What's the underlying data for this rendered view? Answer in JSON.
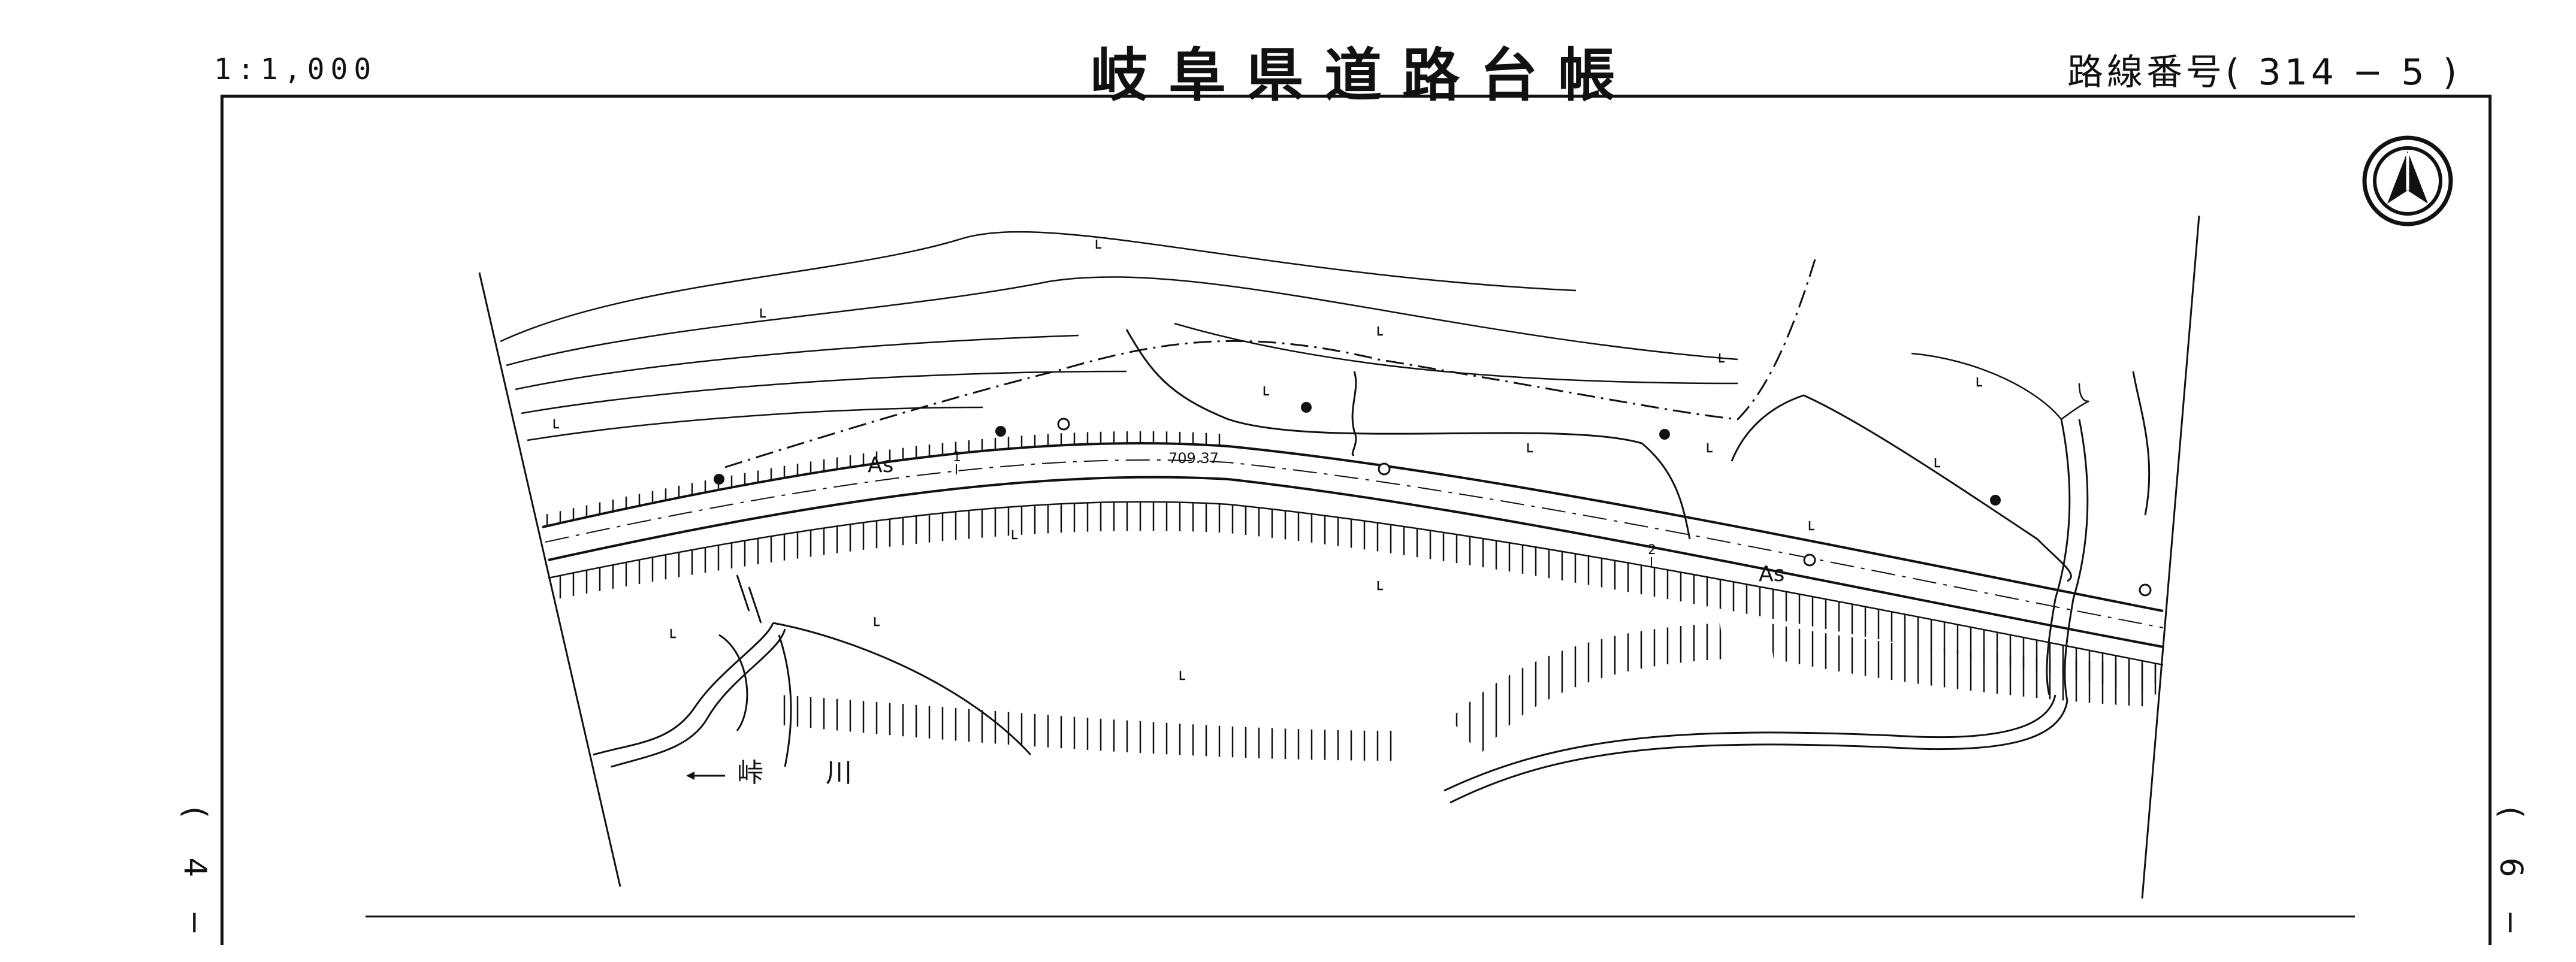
{
  "header": {
    "scale": "1:1,000",
    "title": "岐阜県道路台帳",
    "route_label": "路線番号(",
    "route_number": "314 − 5",
    "route_close": ")"
  },
  "side_markers": {
    "left": [
      "(",
      "4",
      "−"
    ],
    "right": [
      "(",
      "6",
      "−"
    ]
  },
  "map": {
    "labels": {
      "river_name": "峠　川",
      "asphalt_1": "As",
      "asphalt_2": "As",
      "elevation": "709.37",
      "station_1": "1",
      "station_2": "2"
    },
    "north_arrow": "north-arrow-icon",
    "colors": {
      "ink": "#111111",
      "paper": "#ffffff"
    }
  }
}
